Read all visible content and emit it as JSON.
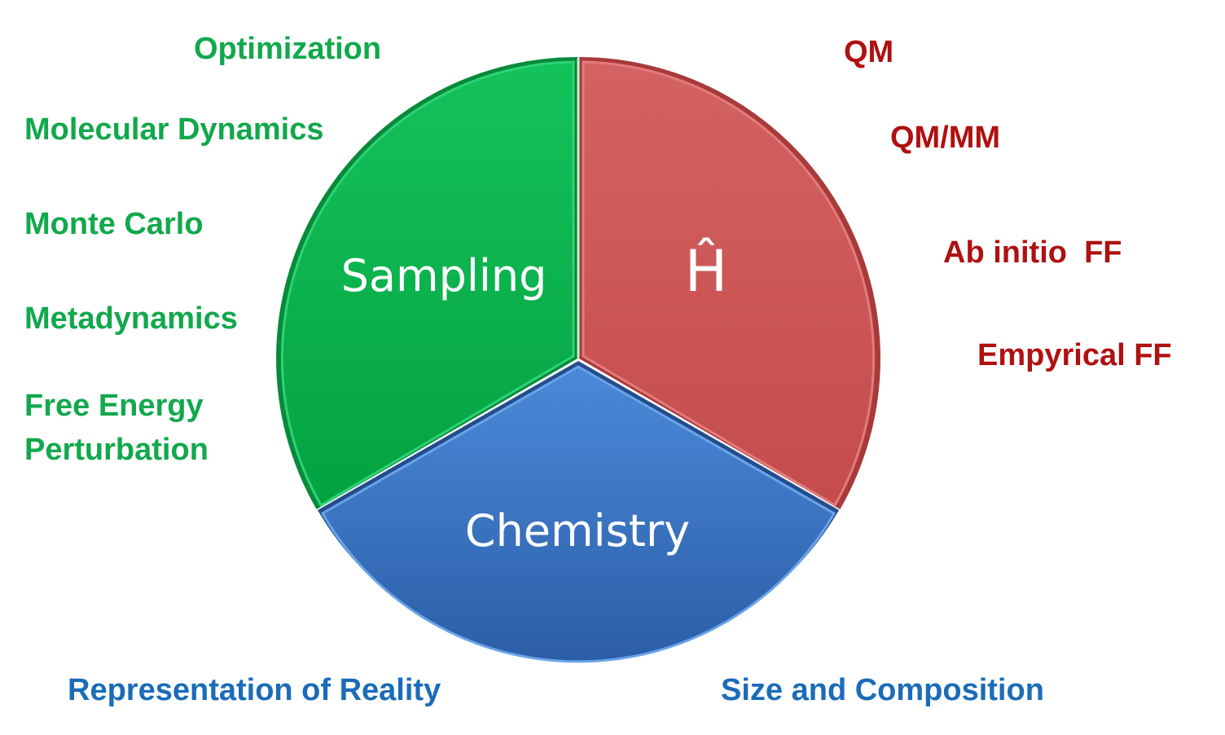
{
  "wheel": {
    "segments": [
      {
        "id": "sampling",
        "label": "Sampling",
        "color": "#06b04c"
      },
      {
        "id": "hamiltonian",
        "label": "Ĥ",
        "color": "#cc5555"
      },
      {
        "id": "chemistry",
        "label": "Chemistry",
        "color": "#3a77c9"
      }
    ]
  },
  "sampling_methods": {
    "color": "#12a84c",
    "items": [
      "Optimization",
      "Molecular Dynamics",
      "Monte Carlo",
      "Metadynamics",
      "Free Energy",
      "Perturbation"
    ]
  },
  "hamiltonian_methods": {
    "color": "#b01010",
    "items": [
      "QM",
      "QM/MM",
      "Ab initio  FF",
      "Empyrical FF"
    ]
  },
  "chemistry_aspects": {
    "color": "#1a6cb8",
    "items": [
      "Representation of Reality",
      "Size and Composition"
    ]
  }
}
